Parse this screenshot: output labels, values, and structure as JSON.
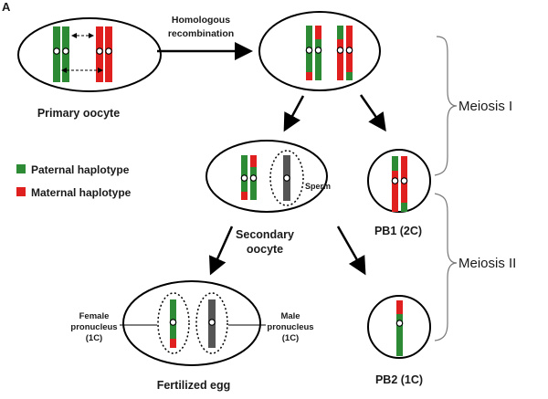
{
  "panel_label": "A",
  "colors": {
    "paternal": "#2e8b35",
    "maternal": "#e0201e",
    "sperm": "#555555",
    "outline": "#000000",
    "brace": "#777777"
  },
  "legend": {
    "items": [
      {
        "label": "Paternal haplotype",
        "color_key": "paternal"
      },
      {
        "label": "Maternal haplotype",
        "color_key": "maternal"
      }
    ]
  },
  "arrows": {
    "recombination_label_line1": "Homologous",
    "recombination_label_line2": "recombination"
  },
  "cells": {
    "primary_oocyte": {
      "label": "Primary oocyte"
    },
    "recombined_oocyte": {
      "label": ""
    },
    "secondary_oocyte": {
      "label_line1": "Secondary",
      "label_line2": "oocyte",
      "sperm_label": "Sperm"
    },
    "pb1": {
      "label": "PB1 (2C)"
    },
    "fertilized_egg": {
      "label": "Fertilized egg",
      "female_line1": "Female",
      "female_line2": "pronucleus",
      "female_line3": "(1C)",
      "male_line1": "Male",
      "male_line2": "pronucleus",
      "male_line3": "(1C)"
    },
    "pb2": {
      "label": "PB2 (1C)"
    }
  },
  "stages": {
    "meiosis1": "Meiosis I",
    "meiosis2": "Meiosis II"
  }
}
